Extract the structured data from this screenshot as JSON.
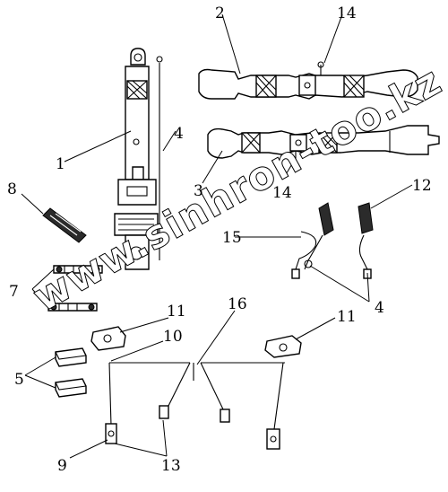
{
  "callouts": {
    "c1": "1",
    "c2": "2",
    "c3": "3",
    "c4a": "4",
    "c4b": "4",
    "c5": "5",
    "c7": "7",
    "c8": "8",
    "c9": "9",
    "c10": "10",
    "c11a": "11",
    "c11b": "11",
    "c12": "12",
    "c13": "13",
    "c14a": "14",
    "c14b": "14",
    "c15": "15",
    "c16": "16"
  },
  "watermark": "www.sinhron-too.kz",
  "colors": {
    "line": "#000000",
    "background": "#ffffff"
  }
}
